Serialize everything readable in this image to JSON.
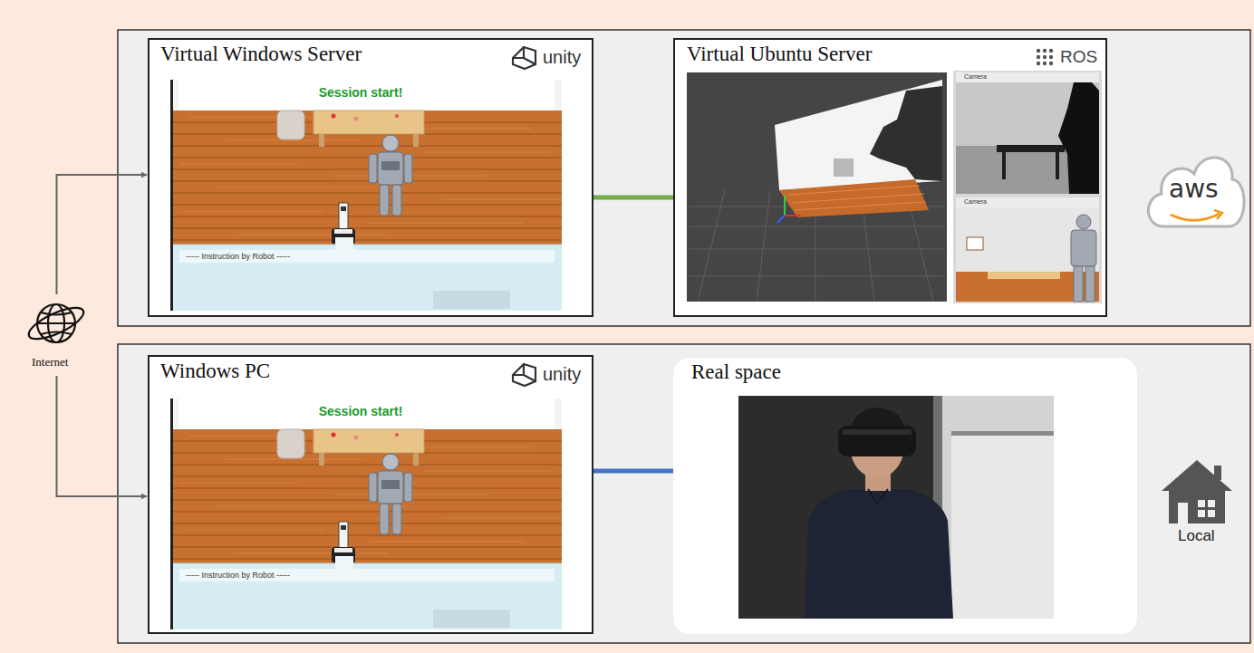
{
  "diagram": {
    "nodes": [
      {
        "text": [
          "aws"
        ]
      },
      {
        "text": [
          "Virtual Windows Server",
          "unity"
        ],
        "in": 0
      },
      {
        "text": [
          "Virtual Ubuntu Server",
          "ROS"
        ],
        "in": 0
      },
      {
        "text": [
          "Local"
        ]
      },
      {
        "text": [
          "Windows PC",
          "unity"
        ],
        "in": 3
      },
      {
        "text": [
          "Real space"
        ],
        "in": 3
      },
      {
        "text": [
          "Internet"
        ]
      }
    ],
    "edges": [
      {
        "from": 6,
        "to": 1,
        "arrow": "to"
      },
      {
        "from": 6,
        "to": 4,
        "arrow": "to"
      },
      {
        "from": 1,
        "to": 2,
        "arrow": "none"
      },
      {
        "from": 4,
        "to": 5,
        "arrow": "none"
      }
    ],
    "labels": [
      "Session start!",
      "----- Instruction by Robot -----",
      "Camera",
      "Camera",
      "Session start!",
      "----- Instruction by Robot -----"
    ]
  }
}
